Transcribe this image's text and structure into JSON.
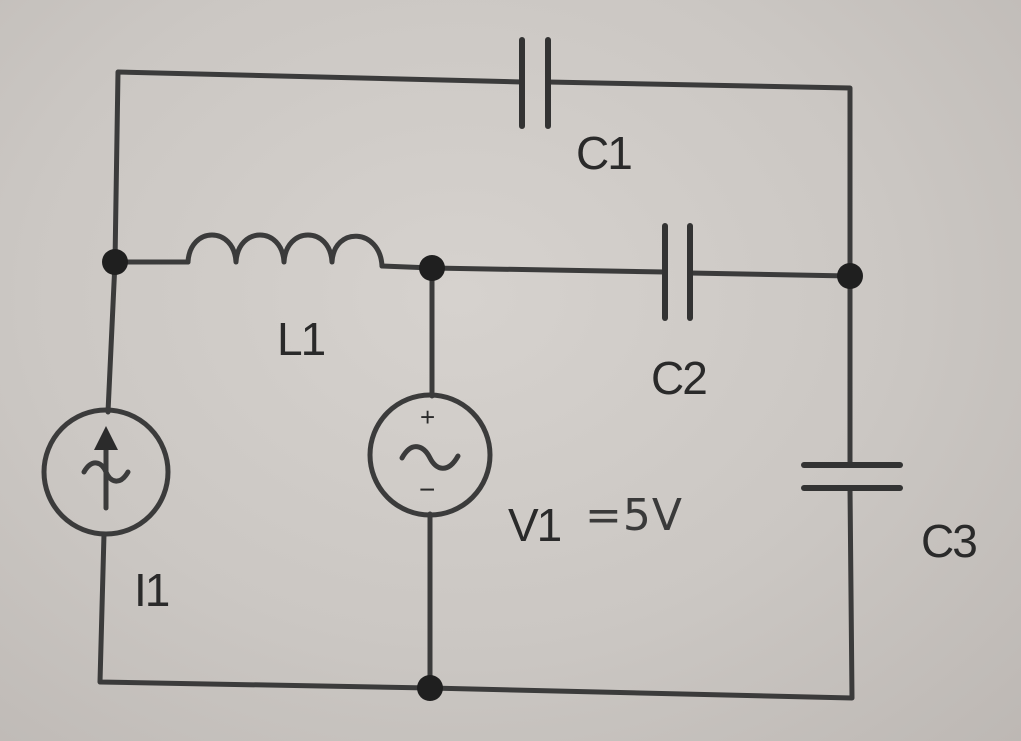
{
  "labels": {
    "c1": "C1",
    "c2": "C2",
    "c3": "C3",
    "l1": "L1",
    "i1": "I1",
    "v1": "V1",
    "v1_value": "=5V"
  },
  "source_marks": {
    "plus": "+",
    "minus": "−",
    "ac": "~"
  },
  "colors": {
    "paper": "#cbc6c2",
    "ink": "#333333"
  }
}
